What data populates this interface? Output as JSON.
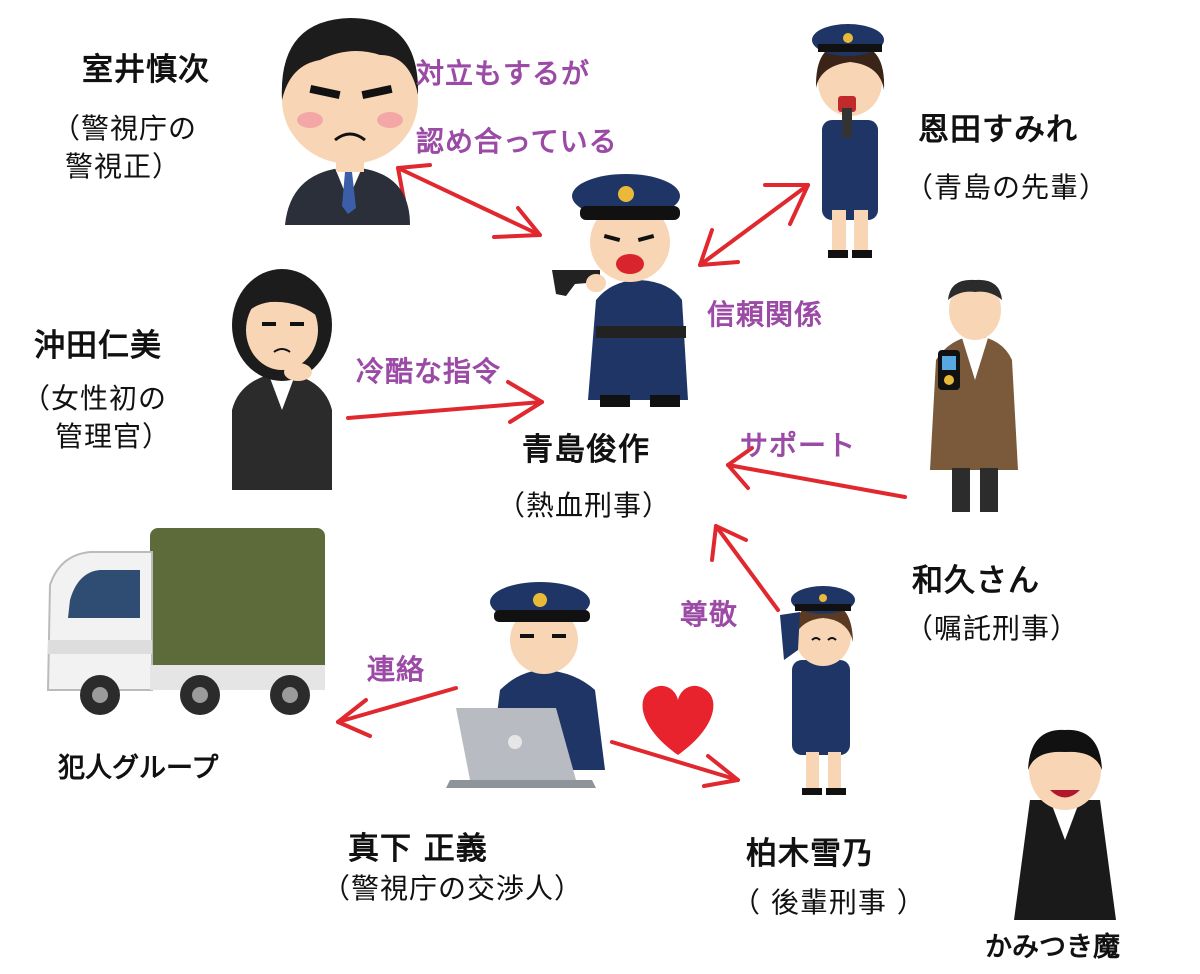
{
  "colors": {
    "arrow": "#e0282e",
    "relation_text": "#9b4aa6",
    "uniform": "#1f3566",
    "suit": "#2a2a2a",
    "skin": "#f8d5b5",
    "heart": "#e8232d",
    "truck_canvas": "#5d6b3a"
  },
  "characters": {
    "muroi": {
      "name": "室井慎次",
      "role_line1": "（警視庁の",
      "role_line2": "警視正）",
      "icon": "suit-man-icon"
    },
    "onda": {
      "name": "恩田すみれ",
      "role": "（青島の先輩）",
      "icon": "policewoman-megaphone-icon"
    },
    "okita": {
      "name": "沖田仁美",
      "role_line1": "（女性初の",
      "role_line2": "管理官）",
      "icon": "businesswoman-icon"
    },
    "aoshima": {
      "name": "青島俊作",
      "role": "（熱血刑事）",
      "icon": "police-officer-gun-icon"
    },
    "wakusan": {
      "name": "和久さん",
      "role": "（嘱託刑事）",
      "icon": "detective-badge-icon"
    },
    "criminals": {
      "name": "犯人グループ",
      "icon": "truck-icon"
    },
    "mashita": {
      "name": "真下 正義",
      "role": "（警視庁の交渉人）",
      "icon": "police-laptop-icon"
    },
    "kashiwagi": {
      "name": "柏木雪乃",
      "role": "（ 後輩刑事 ）",
      "icon": "policewoman-salute-icon"
    },
    "vampire": {
      "name": "かみつき魔",
      "icon": "vampire-icon"
    }
  },
  "relations": {
    "muroi_aoshima_line1": "対立もするが",
    "muroi_aoshima_line2": "認め合っている",
    "onda_aoshima": "信頼関係",
    "okita_aoshima": "冷酷な指令",
    "wakusan_aoshima": "サポート",
    "kashiwagi_aoshima": "尊敬",
    "mashita_criminals": "連絡"
  },
  "decorations": {
    "heart": "heart-icon"
  }
}
